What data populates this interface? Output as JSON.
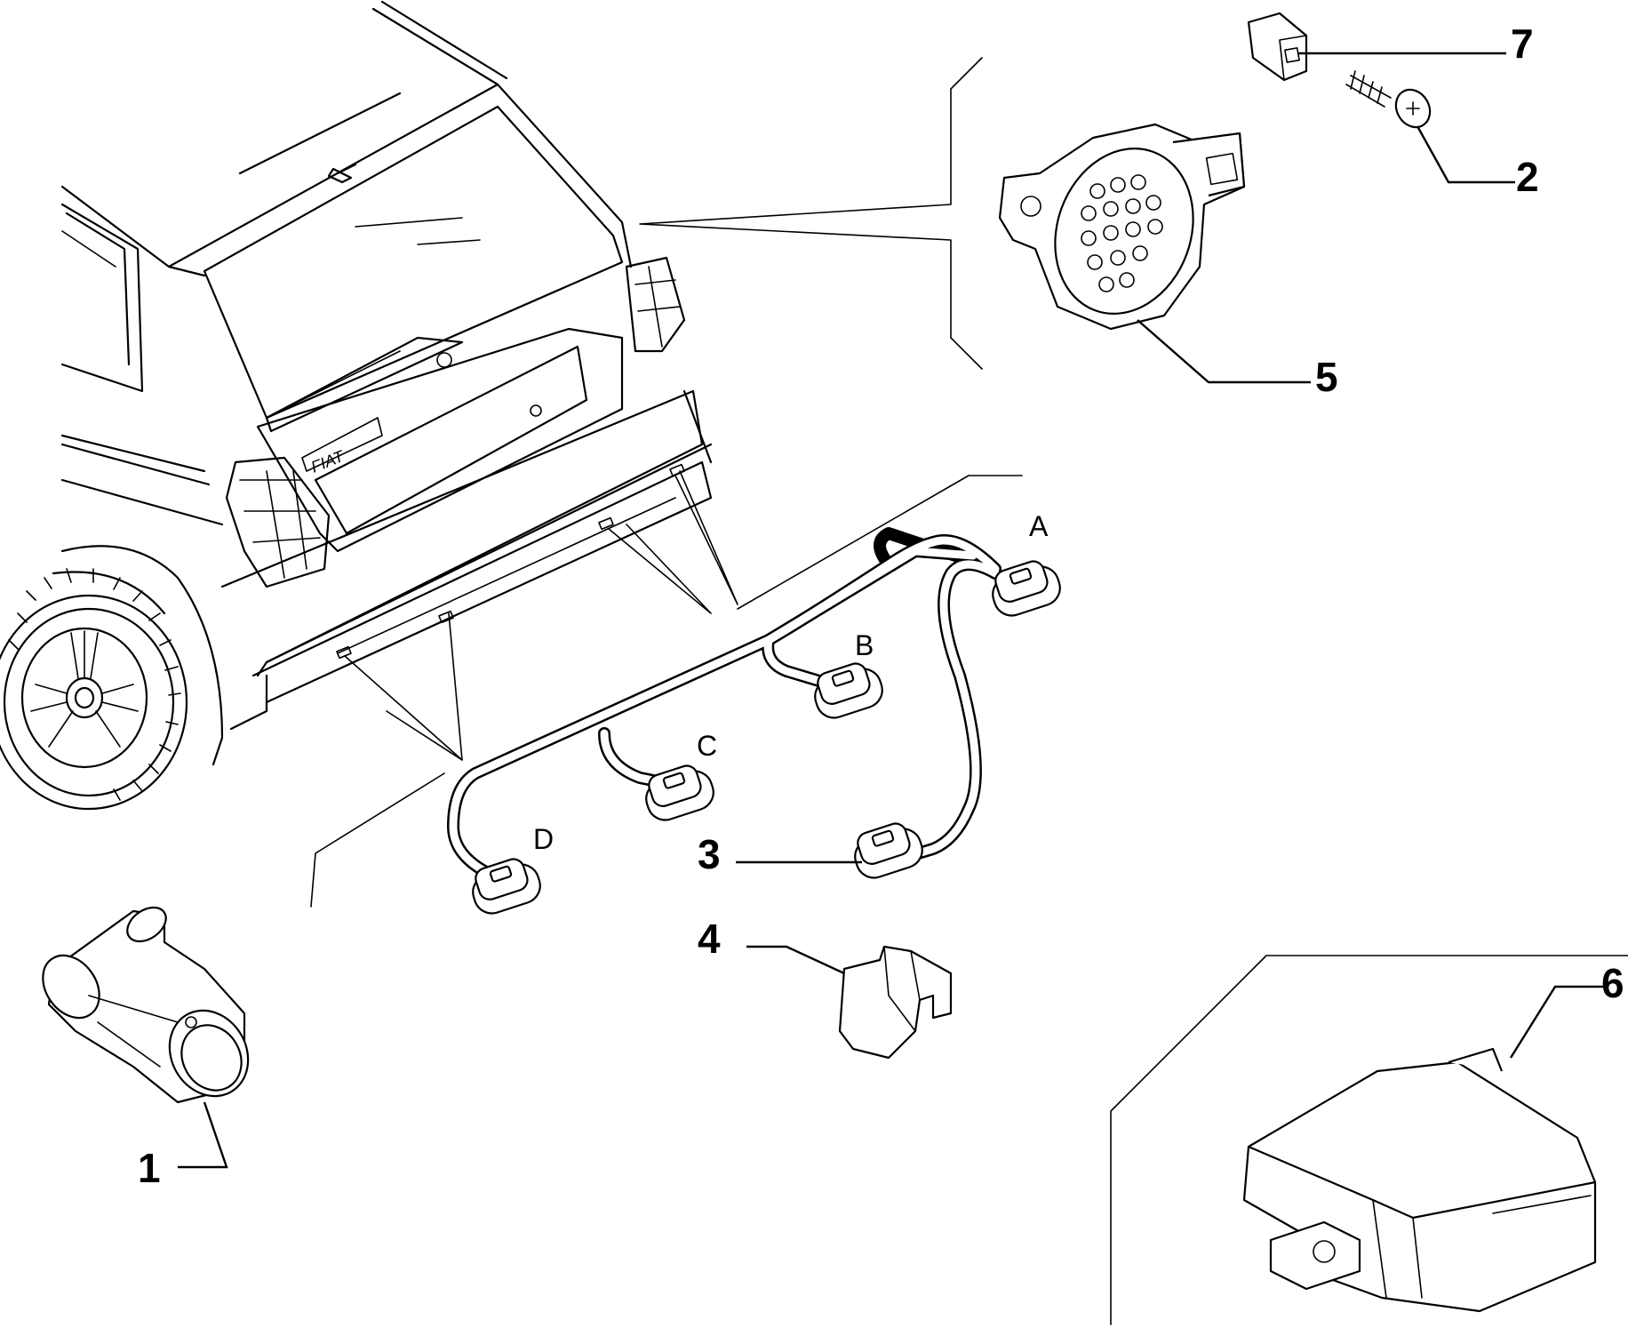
{
  "callouts": [
    {
      "id": "1",
      "label": "1"
    },
    {
      "id": "2",
      "label": "2"
    },
    {
      "id": "3",
      "label": "3"
    },
    {
      "id": "4",
      "label": "4"
    },
    {
      "id": "5",
      "label": "5"
    },
    {
      "id": "6",
      "label": "6"
    },
    {
      "id": "7",
      "label": "7"
    }
  ],
  "connectors": [
    {
      "id": "A",
      "label": "A"
    },
    {
      "id": "B",
      "label": "B"
    },
    {
      "id": "C",
      "label": "C"
    },
    {
      "id": "D",
      "label": "D"
    }
  ],
  "badge_text": "FIAT"
}
